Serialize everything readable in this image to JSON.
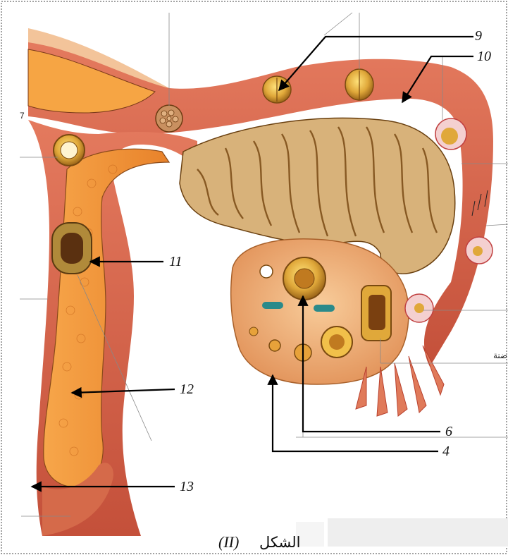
{
  "figure": {
    "caption_word": "الشكل",
    "caption_number": "(II)"
  },
  "labels": [
    {
      "id": "label-9",
      "text": "9"
    },
    {
      "id": "label-10",
      "text": "10"
    },
    {
      "id": "label-11",
      "text": "11"
    },
    {
      "id": "label-12",
      "text": "12"
    },
    {
      "id": "label-13",
      "text": "13"
    },
    {
      "id": "label-6",
      "text": "6"
    },
    {
      "id": "label-4",
      "text": "4"
    },
    {
      "id": "label-7",
      "text": "7"
    }
  ],
  "partial_text": "ضنة",
  "colors": {
    "muscle": "#d9604a",
    "muscle_dark": "#b8402e",
    "endometrium": "#f39a3c",
    "mucosa": "#c89a5a",
    "ovary": "#f2b27a",
    "follicle": "#e0a83a"
  }
}
